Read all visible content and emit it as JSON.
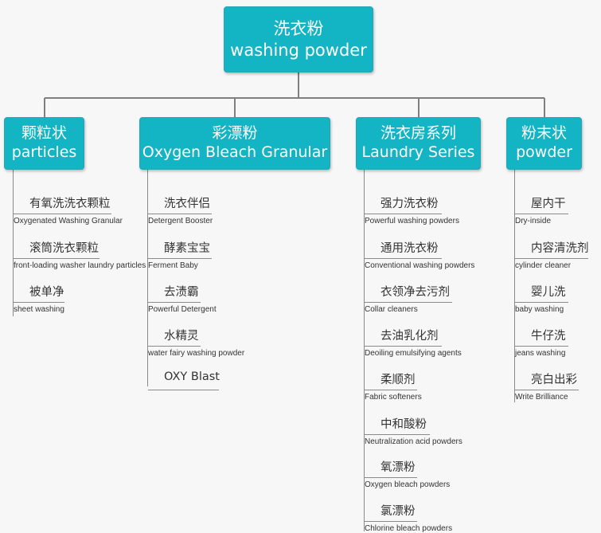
{
  "root": {
    "zh": "洗衣粉",
    "en": "washing powder"
  },
  "colors": {
    "node_fill": "#13b4c3",
    "node_text": "#ffffff",
    "line": "#7f7f7f",
    "text": "#333333"
  },
  "branches": [
    {
      "zh": "颗粒状",
      "en": "particles",
      "items": [
        {
          "zh": "有氧洗洗衣颗粒",
          "en": "Oxygenated Washing Granular"
        },
        {
          "zh": "滚筒洗衣颗粒",
          "en": "front-loading washer laundry particles"
        },
        {
          "zh": "被单净",
          "en": "sheet washing"
        }
      ]
    },
    {
      "zh": "彩漂粉",
      "en": "Oxygen Bleach Granular",
      "items": [
        {
          "zh": "洗衣伴侣",
          "en": "Detergent Booster"
        },
        {
          "zh": "酵素宝宝",
          "en": "Ferment Baby"
        },
        {
          "zh": "去渍霸",
          "en": "Powerful Detergent"
        },
        {
          "zh": "水精灵",
          "en": "water fairy washing powder"
        },
        {
          "zh": "OXY Blast",
          "en": ""
        }
      ]
    },
    {
      "zh": "洗衣房系列",
      "en": "Laundry Series",
      "items": [
        {
          "zh": "强力洗衣粉",
          "en": "Powerful washing powders"
        },
        {
          "zh": "通用洗衣粉",
          "en": "Conventional washing powders"
        },
        {
          "zh": "衣领净去污剂",
          "en": "Collar cleaners"
        },
        {
          "zh": "去油乳化剂",
          "en": "Deoiling emulsifying agents"
        },
        {
          "zh": "柔顺剂",
          "en": "Fabric softeners"
        },
        {
          "zh": "中和酸粉",
          "en": "Neutralization acid powders"
        },
        {
          "zh": "氧漂粉",
          "en": "Oxygen bleach powders"
        },
        {
          "zh": "氯漂粉",
          "en": "Chlorine bleach powders"
        }
      ]
    },
    {
      "zh": "粉末状",
      "en": "powder",
      "items": [
        {
          "zh": "屋内干",
          "en": "Dry-inside"
        },
        {
          "zh": "内容清洗剂",
          "en": "cylinder cleaner"
        },
        {
          "zh": "婴儿洗",
          "en": "baby washing"
        },
        {
          "zh": "牛仔洗",
          "en": "jeans washing"
        },
        {
          "zh": "亮白出彩",
          "en": "Write Brilliance"
        }
      ]
    }
  ]
}
